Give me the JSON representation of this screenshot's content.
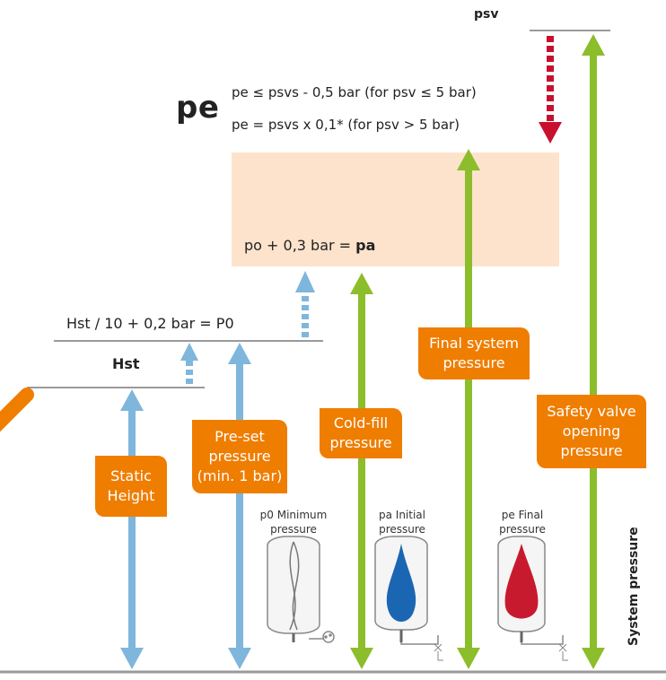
{
  "labels": {
    "psv": "psv",
    "pe_big": "pe",
    "pe_formula_1": "pe ≤ psvs - 0,5 bar (for psv ≤ 5 bar)",
    "pe_formula_2": "pe = psvs x 0,1* (for psv > 5 bar)",
    "pa_formula_prefix": "po + 0,3 bar = ",
    "pa_formula_bold": "pa",
    "p0_formula": "Hst / 10 + 0,2 bar = P0",
    "hst": "Hst",
    "system_pressure": "System pressure"
  },
  "boxes": {
    "static_height": [
      "Static",
      "Height"
    ],
    "preset_pressure": [
      "Pre-set",
      "pressure",
      "(min. 1 bar)"
    ],
    "cold_fill": [
      "Cold-fill",
      "pressure"
    ],
    "final_system": [
      "Final system",
      "pressure"
    ],
    "safety_valve": [
      "Safety valve",
      "opening",
      "pressure"
    ]
  },
  "vessels": {
    "p0": [
      "p0 Minimum",
      "pressure"
    ],
    "pa": [
      "pa Initial",
      "pressure"
    ],
    "pe": [
      "pe Final",
      "pressure"
    ]
  },
  "colors": {
    "blue": "#7fb6db",
    "green": "#8cbd2b",
    "red": "#c8102e",
    "orange": "#ef7d00",
    "peach": "#fde3cc",
    "gray_line": "#9a9a9a",
    "vessel_blue": "#1a66b3",
    "vessel_red": "#c81a2e"
  }
}
